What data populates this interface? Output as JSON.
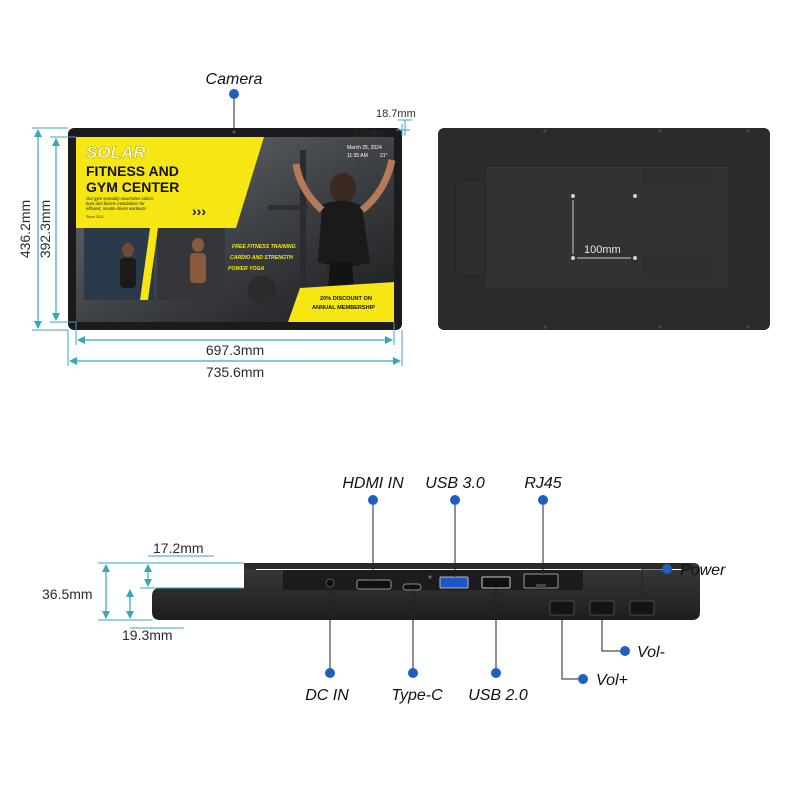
{
  "front": {
    "camera_label": "Camera",
    "bezel_top_dim": "18.7mm",
    "bezel_side_dim": "22mm",
    "total_height_dim": "436.2mm",
    "screen_height_dim": "392.3mm",
    "screen_width_dim": "697.3mm",
    "total_width_dim": "735.6mm"
  },
  "screen_ad": {
    "brand": "SOLAR",
    "title_line1": "FITNESS AND",
    "title_line2": "GYM CENTER",
    "tagline_line1": "Our gym specialty maximizes caloric",
    "tagline_line2": "burn and boosts metabolism for",
    "tagline_line3": "efficient, results-driven workouts",
    "since": "Since 2011",
    "date": "March 25, 2024",
    "time": "11:35 AM",
    "temperature": "21°",
    "service1": "FREE FITNESS TRAINING",
    "service2": "CARDIO AND STRENGTH",
    "service3": "POWER YOGA",
    "promo_line1": "20% DISCOUNT ON",
    "promo_line2": "ANNUAL MEMBERSHIP"
  },
  "back": {
    "vesa_dim": "100mm"
  },
  "side": {
    "depth_total_dim": "36.5mm",
    "depth_top_dim": "17.2mm",
    "depth_bottom_dim": "19.3mm"
  },
  "ports": {
    "hdmi": "HDMI IN",
    "usb3": "USB 3.0",
    "rj45": "RJ45",
    "power": "Power",
    "dc_in": "DC IN",
    "type_c": "Type-C",
    "usb2": "USB 2.0",
    "vol_plus": "Vol+",
    "vol_minus": "Vol-"
  },
  "colors": {
    "dimension_line": "#3aa6b9",
    "callout_dot": "#1f5fbf",
    "ad_yellow": "#f5e614",
    "device_body": "#2b2b2d"
  }
}
